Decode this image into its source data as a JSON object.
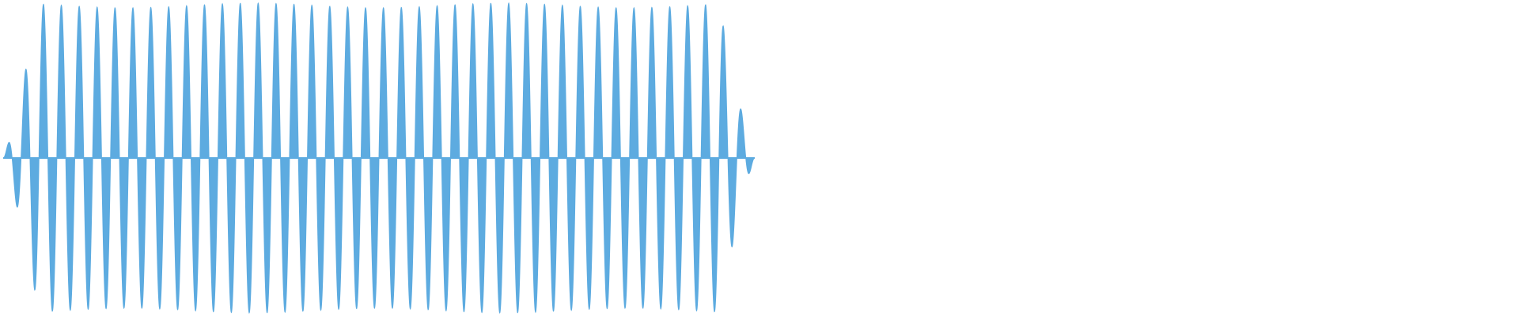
{
  "waveform": {
    "color": "#5dabe0",
    "background": "#ffffff",
    "cycles": 42,
    "attack_cycles": 2,
    "release_cycles": 2,
    "signal_extent_fraction": 0.5
  }
}
